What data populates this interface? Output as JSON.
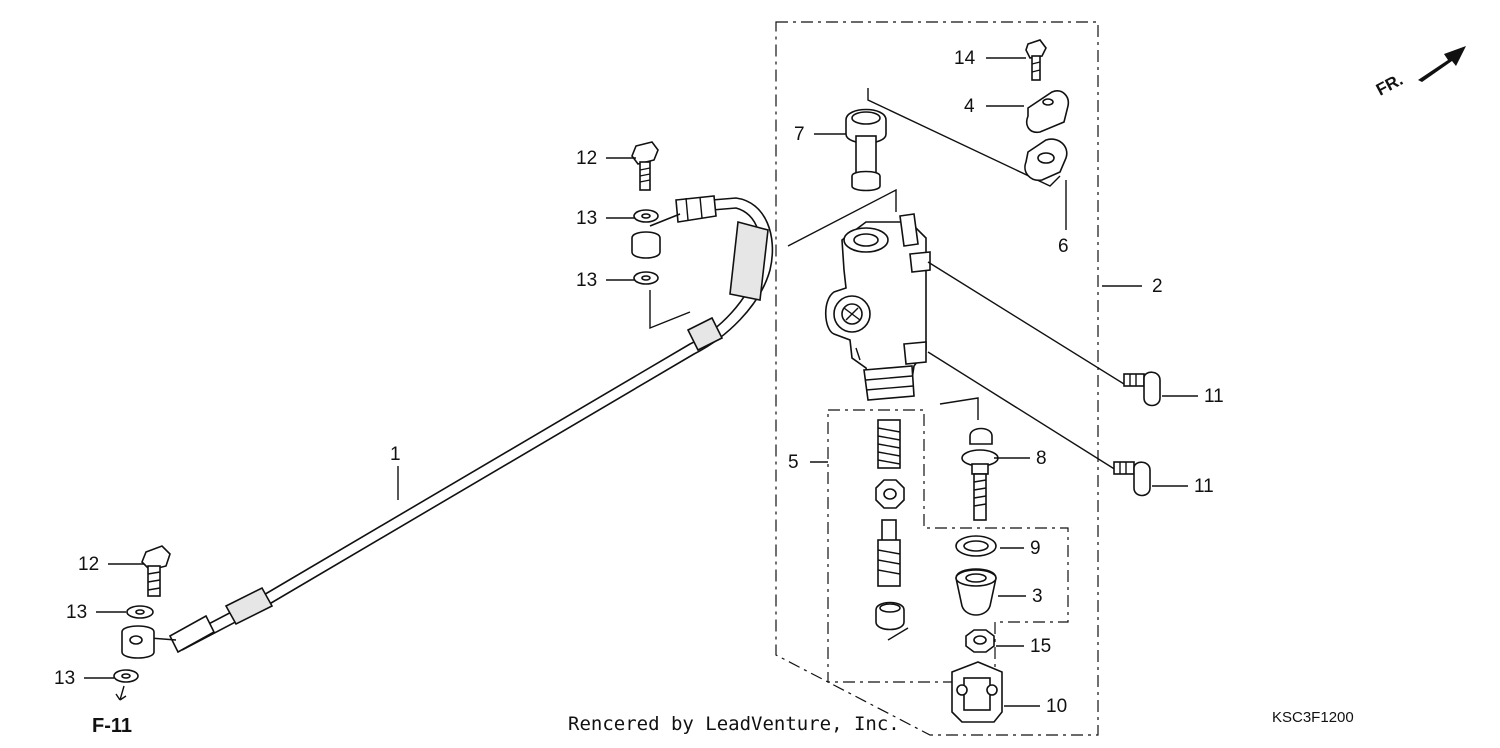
{
  "diagram": {
    "callouts": {
      "c1": "1",
      "c2": "2",
      "c3": "3",
      "c4": "4",
      "c5": "5",
      "c6": "6",
      "c7": "7",
      "c8": "8",
      "c9": "9",
      "c10": "10",
      "c11a": "11",
      "c11b": "11",
      "c12a": "12",
      "c12b": "12",
      "c13a": "13",
      "c13b": "13",
      "c13c": "13",
      "c13d": "13",
      "c14": "14",
      "c15": "15"
    },
    "reference": "F-11",
    "direction_label": "FR.",
    "credit": "Rencered by LeadVenture, Inc.",
    "diagram_code": "KSC3F1200"
  }
}
